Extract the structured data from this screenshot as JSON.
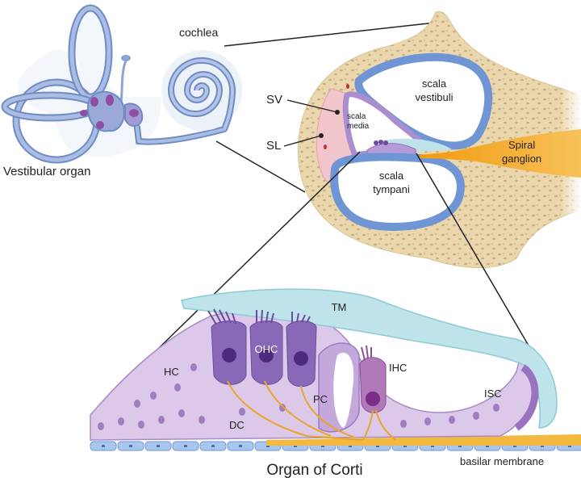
{
  "labels": {
    "vestibular_organ": "Vestibular organ",
    "cochlea": "cochlea",
    "sv": "SV",
    "sl": "SL",
    "scala_vestibuli_1": "scala",
    "scala_vestibuli_2": "vestibuli",
    "scala_media_1": "scala",
    "scala_media_2": "media",
    "scala_tympani_1": "scala",
    "scala_tympani_2": "tympani",
    "spiral_ganglion_1": "Spiral",
    "spiral_ganglion_2": "ganglion",
    "tm": "TM",
    "ohc": "OHC",
    "ihc": "IHC",
    "hc": "HC",
    "pc": "PC",
    "dc": "DC",
    "isc": "ISC",
    "basilar_membrane": "basilar membrane",
    "organ_of_corti": "Organ of Corti"
  },
  "colors": {
    "bone": "#e8d4a8",
    "bone_dots": "#c9ae7c",
    "scala_wall": "#7a9fd6",
    "stria": "#f2c4cc",
    "hair_cell": "#7b5aa8",
    "support_cell": "#d8c4e6",
    "tectorial": "#bfe3ea",
    "nerve": "#f0a020",
    "labyrinth": "#9bb0d8"
  }
}
